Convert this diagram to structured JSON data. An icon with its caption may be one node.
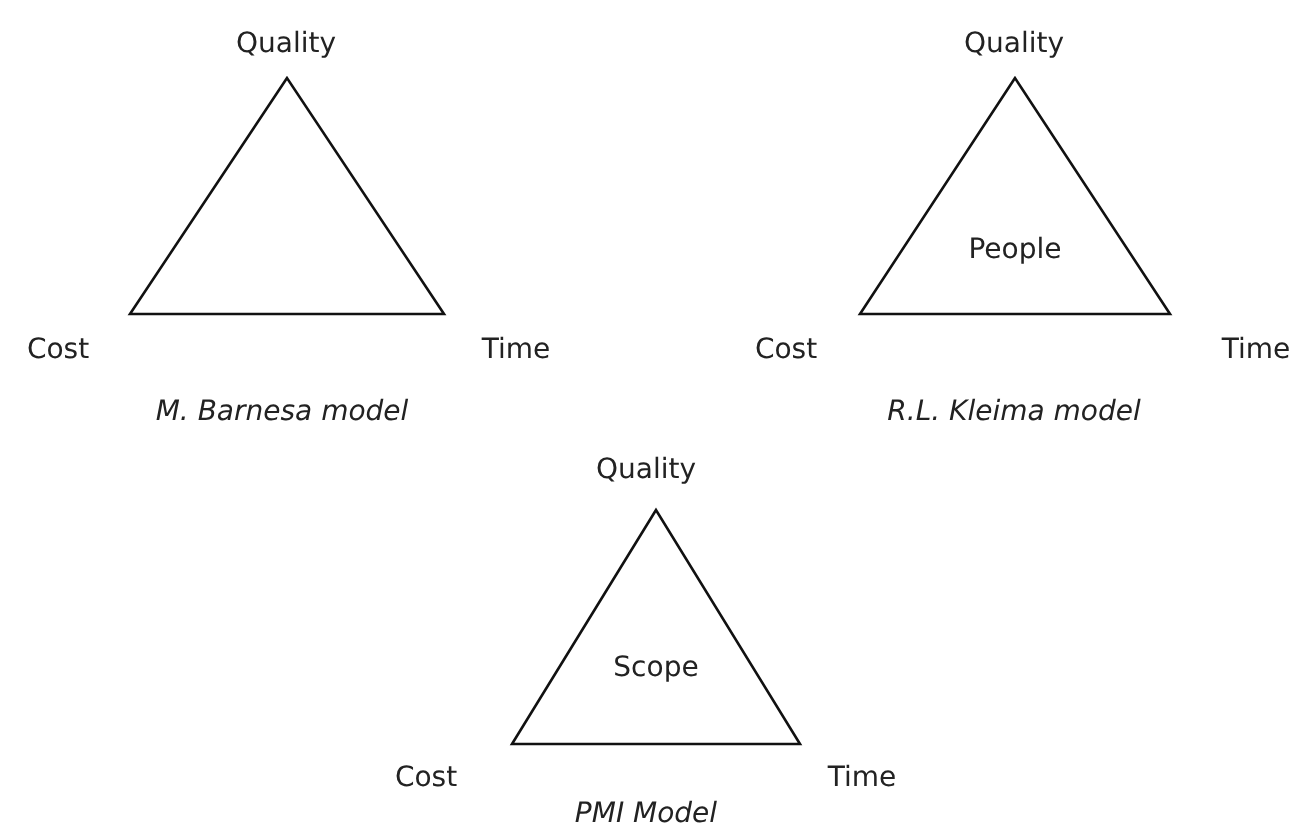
{
  "diagram": {
    "nodes": [
      {
        "text": [],
        "shape": "triangle",
        "beside": [
          "Quality",
          "Cost",
          "Time",
          "M. Barnesa model"
        ]
      },
      {
        "text": [
          "People"
        ],
        "beside": [
          "Quality",
          "Cost",
          "Time",
          "R.L. Kleima model"
        ]
      },
      {
        "text": [
          "Scope"
        ],
        "beside": [
          "Quality",
          "Cost",
          "Time",
          "PMI Model"
        ]
      }
    ]
  }
}
